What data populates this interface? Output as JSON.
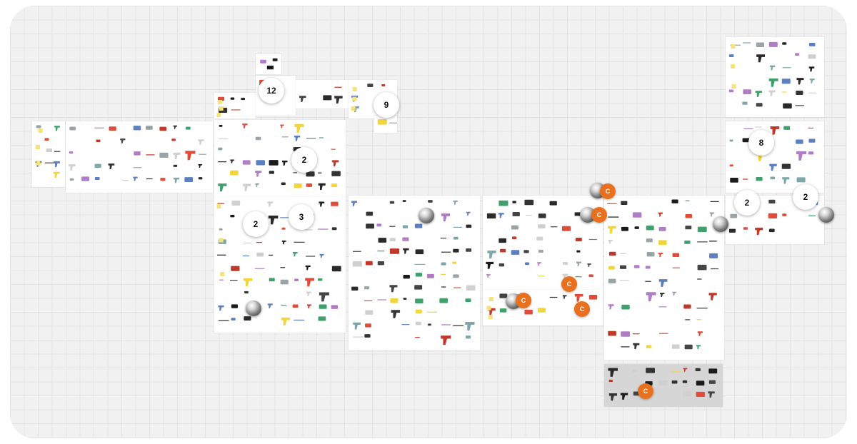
{
  "canvas": {
    "background": "#f1f1f1",
    "grid_color": "#e2e2e2"
  },
  "boards": [
    {
      "id": "specs-table",
      "style": "white"
    },
    {
      "id": "moodboard-photos",
      "style": "white"
    },
    {
      "id": "notes-card",
      "style": "white"
    },
    {
      "id": "research-sketches",
      "style": "white"
    },
    {
      "id": "interface-studies",
      "style": "white"
    },
    {
      "id": "small-collage",
      "style": "white"
    },
    {
      "id": "handle-exploration",
      "style": "white"
    },
    {
      "id": "grip-variants",
      "style": "white"
    },
    {
      "id": "form-development",
      "style": "white"
    },
    {
      "id": "mechanism-options",
      "style": "white"
    },
    {
      "id": "color-studies",
      "style": "white"
    },
    {
      "id": "material-matrix",
      "style": "white"
    },
    {
      "id": "renders-gray",
      "style": "gray"
    },
    {
      "id": "final-layouts",
      "style": "white"
    },
    {
      "id": "flow-diagram",
      "style": "white"
    },
    {
      "id": "final-selection",
      "style": "white"
    }
  ],
  "comment_badges": [
    {
      "id": "comment-12",
      "count": "12"
    },
    {
      "id": "comment-9",
      "count": "9"
    },
    {
      "id": "comment-2a",
      "count": "2"
    },
    {
      "id": "comment-2b",
      "count": "2"
    },
    {
      "id": "comment-3",
      "count": "3"
    },
    {
      "id": "comment-8",
      "count": "8"
    },
    {
      "id": "comment-2c",
      "count": "2"
    },
    {
      "id": "comment-2d",
      "count": "2"
    }
  ],
  "collaborator_badge": {
    "label": "C",
    "color": "#e8701f"
  }
}
